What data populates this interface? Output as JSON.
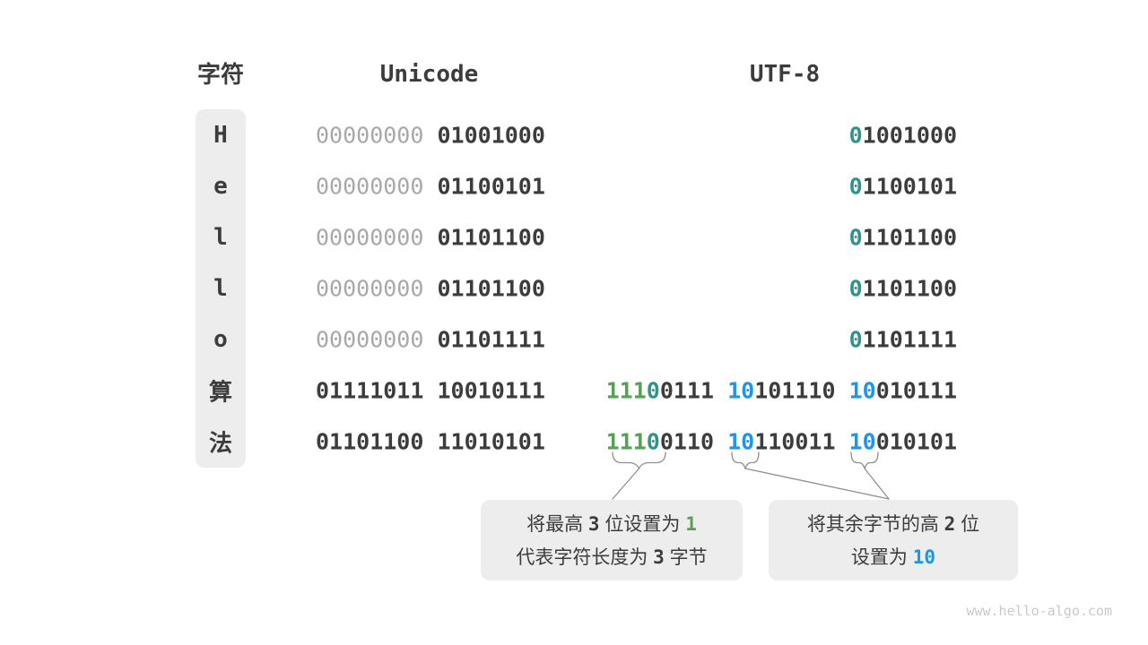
{
  "colors": {
    "dark": "#3c3c3c",
    "gray": "#a8a8a8",
    "teal": "#2f938b",
    "green": "#57a156",
    "blue": "#2094e8",
    "box_bg": "#ededed",
    "line": "#8f8f8f",
    "watermark": "#c9c9c9"
  },
  "header": {
    "char": "字符",
    "unicode": "Unicode",
    "utf8": "UTF-8"
  },
  "rows": [
    {
      "char": "H",
      "unicode": [
        {
          "text": "00000000",
          "style": "gray"
        },
        {
          "text": "01001000",
          "style": "dark"
        }
      ],
      "utf8": [
        [
          {
            "text": "0",
            "style": "teal"
          },
          {
            "text": "1001000",
            "style": "dark"
          }
        ]
      ]
    },
    {
      "char": "e",
      "unicode": [
        {
          "text": "00000000",
          "style": "gray"
        },
        {
          "text": "01100101",
          "style": "dark"
        }
      ],
      "utf8": [
        [
          {
            "text": "0",
            "style": "teal"
          },
          {
            "text": "1100101",
            "style": "dark"
          }
        ]
      ]
    },
    {
      "char": "l",
      "unicode": [
        {
          "text": "00000000",
          "style": "gray"
        },
        {
          "text": "01101100",
          "style": "dark"
        }
      ],
      "utf8": [
        [
          {
            "text": "0",
            "style": "teal"
          },
          {
            "text": "1101100",
            "style": "dark"
          }
        ]
      ]
    },
    {
      "char": "l",
      "unicode": [
        {
          "text": "00000000",
          "style": "gray"
        },
        {
          "text": "01101100",
          "style": "dark"
        }
      ],
      "utf8": [
        [
          {
            "text": "0",
            "style": "teal"
          },
          {
            "text": "1101100",
            "style": "dark"
          }
        ]
      ]
    },
    {
      "char": "o",
      "unicode": [
        {
          "text": "00000000",
          "style": "gray"
        },
        {
          "text": "01101111",
          "style": "dark"
        }
      ],
      "utf8": [
        [
          {
            "text": "0",
            "style": "teal"
          },
          {
            "text": "1101111",
            "style": "dark"
          }
        ]
      ]
    },
    {
      "char": "算",
      "unicode": [
        {
          "text": "01111011",
          "style": "dark"
        },
        {
          "text": "10010111",
          "style": "dark"
        }
      ],
      "utf8": [
        [
          {
            "text": "111",
            "style": "green"
          },
          {
            "text": "0",
            "style": "teal"
          },
          {
            "text": "0111",
            "style": "dark"
          }
        ],
        [
          {
            "text": "10",
            "style": "blue"
          },
          {
            "text": "101110",
            "style": "dark"
          }
        ],
        [
          {
            "text": "10",
            "style": "blue"
          },
          {
            "text": "010111",
            "style": "dark"
          }
        ]
      ]
    },
    {
      "char": "法",
      "unicode": [
        {
          "text": "01101100",
          "style": "dark"
        },
        {
          "text": "11010101",
          "style": "dark"
        }
      ],
      "utf8": [
        [
          {
            "text": "111",
            "style": "green"
          },
          {
            "text": "0",
            "style": "teal"
          },
          {
            "text": "0110",
            "style": "dark"
          }
        ],
        [
          {
            "text": "10",
            "style": "blue"
          },
          {
            "text": "110011",
            "style": "dark"
          }
        ],
        [
          {
            "text": "10",
            "style": "blue"
          },
          {
            "text": "010101",
            "style": "dark"
          }
        ]
      ]
    }
  ],
  "callouts": {
    "left": {
      "lines": [
        [
          {
            "text": "将最高 ",
            "style": "cjk"
          },
          {
            "text": "3",
            "style": "num"
          },
          {
            "text": " 位设置为 ",
            "style": "cjk"
          },
          {
            "text": "1",
            "style": "num-green"
          }
        ],
        [
          {
            "text": "代表字符长度为 ",
            "style": "cjk"
          },
          {
            "text": "3",
            "style": "num"
          },
          {
            "text": " 字节",
            "style": "cjk"
          }
        ]
      ]
    },
    "right": {
      "lines": [
        [
          {
            "text": "将其余字节的高 ",
            "style": "cjk"
          },
          {
            "text": "2",
            "style": "num"
          },
          {
            "text": " 位",
            "style": "cjk"
          }
        ],
        [
          {
            "text": "设置为 ",
            "style": "cjk"
          },
          {
            "text": "10",
            "style": "num-blue"
          }
        ]
      ]
    }
  },
  "watermark": "www.hello-algo.com"
}
